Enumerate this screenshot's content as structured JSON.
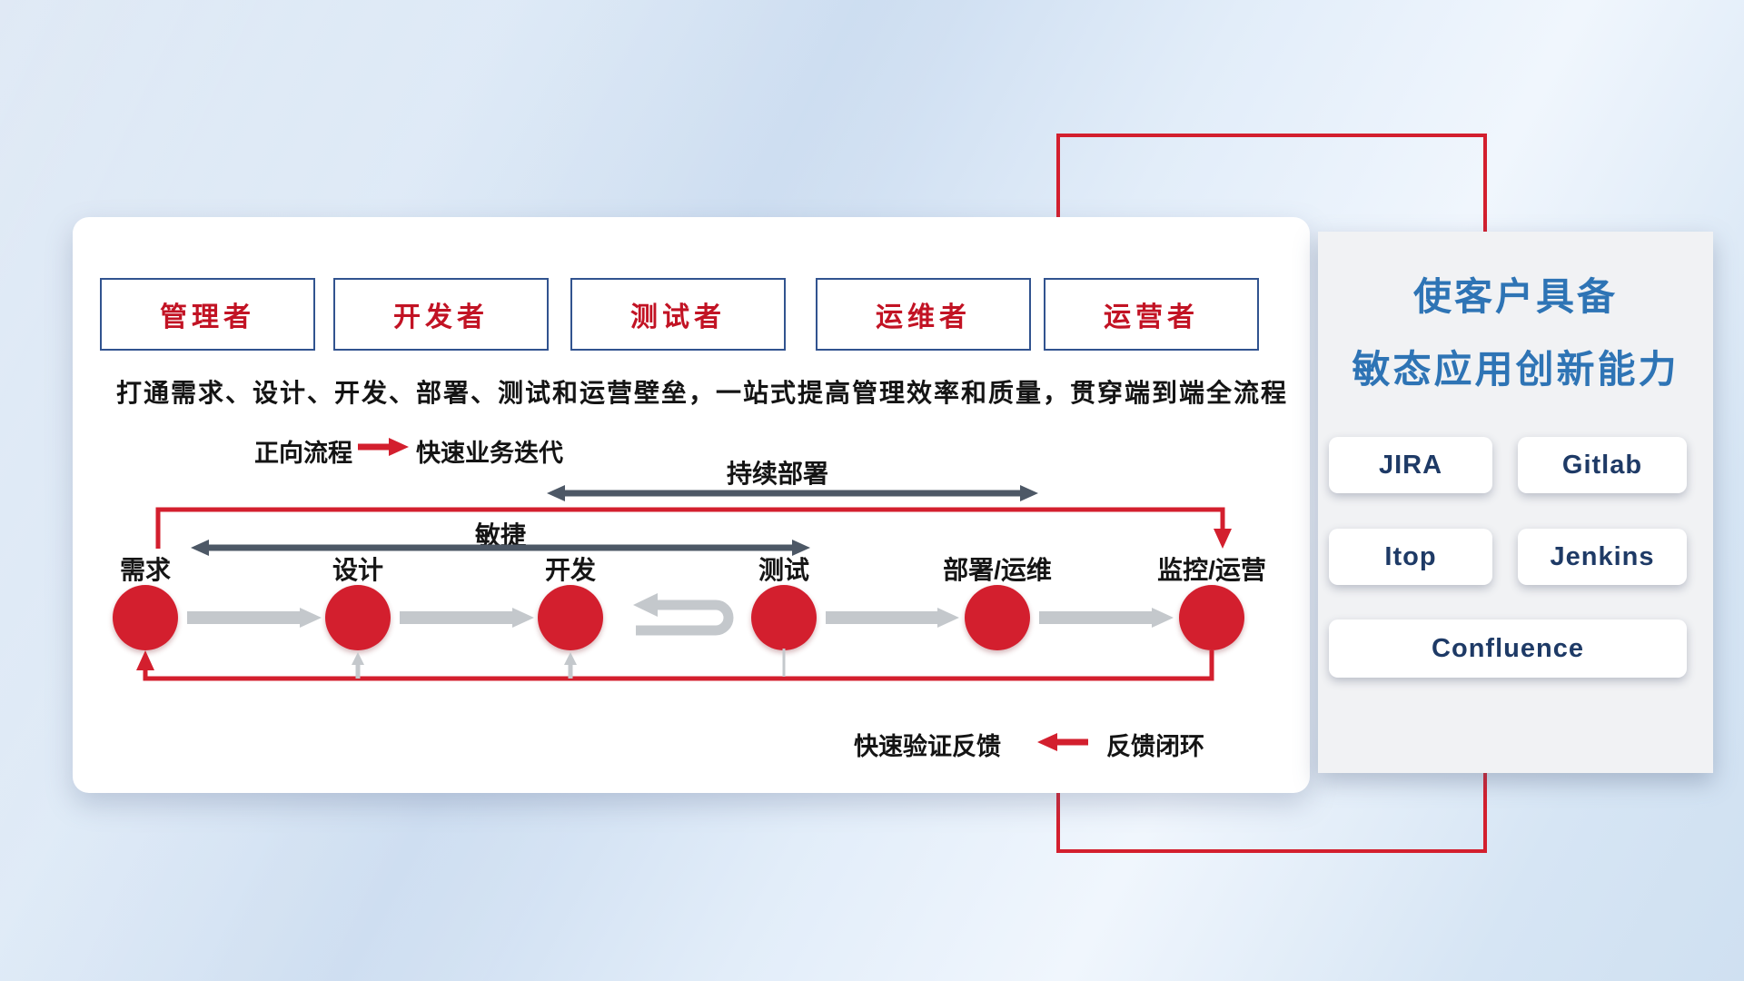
{
  "card": {
    "roles": [
      "管理者",
      "开发者",
      "测试者",
      "运维者",
      "运营者"
    ],
    "description": "打通需求、设计、开发、部署、测试和运营壁垒，一站式提高管理效率和质量，贯穿端到端全流程",
    "forward_legend": {
      "label": "正向流程",
      "value": "快速业务迭代"
    },
    "span_labels": {
      "continuous_deployment": "持续部署",
      "agile": "敏捷"
    },
    "stages": [
      "需求",
      "设计",
      "开发",
      "测试",
      "部署/运维",
      "监控/运营"
    ],
    "feedback_legend": {
      "label": "快速验证反馈",
      "value": "反馈闭环"
    }
  },
  "side_panel": {
    "title_line1": "使客户具备",
    "title_line2": "敏态应用创新能力",
    "tools": [
      "JIRA",
      "Gitlab",
      "Itop",
      "Jenkins",
      "Confluence"
    ]
  },
  "colors": {
    "accent_red": "#d31f2e",
    "title_blue": "#2e74b5",
    "role_text_red": "#c21324",
    "role_border_blue": "#31538f",
    "tool_text_navy": "#1e3a66",
    "span_arrow_dark": "#4d5866",
    "flow_arrow_gray": "#c4c8cc",
    "panel_bg": "#f1f2f4"
  }
}
